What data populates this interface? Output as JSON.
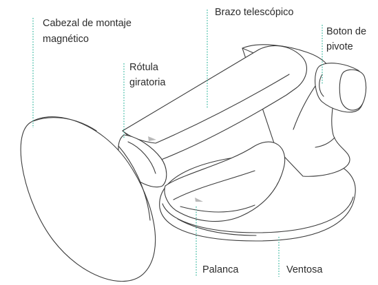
{
  "labels": {
    "cabezal_line1": "Cabezal de montaje",
    "cabezal_line2": "magnético",
    "brazo": "Brazo telescópico",
    "boton_line1": "Boton de",
    "boton_line2": "pivote",
    "rotula_line1": "Rótula",
    "rotula_line2": "giratoria",
    "palanca": "Palanca",
    "ventosa": "Ventosa"
  },
  "colors": {
    "leader": "#2bb39a",
    "outline": "#3a3a3a",
    "text": "#2b2b2b"
  }
}
